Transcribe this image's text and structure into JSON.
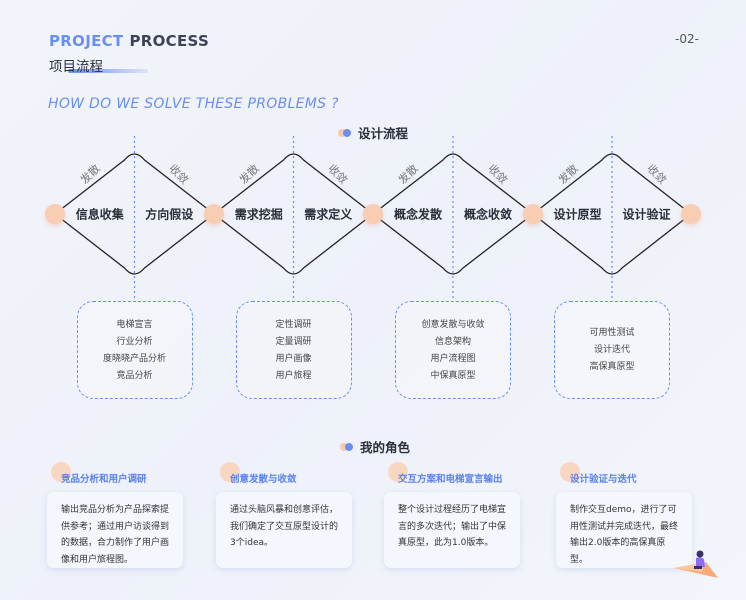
{
  "header": {
    "title_en_part1": "PROJECT",
    "title_en_part2": "PROCESS",
    "title_cn": "项目流程",
    "page_number": "-02-"
  },
  "question": "HOW DO WE SOLVE THESE PROBLEMS ?",
  "process": {
    "section_title": "设计流程",
    "diverge_label": "发散",
    "converge_label": "收敛",
    "stages": [
      {
        "left": "信息收集",
        "right": "方向假设",
        "tasks": [
          "电梯宣言",
          "行业分析",
          "度晓晓产品分析",
          "竞品分析"
        ]
      },
      {
        "left": "需求挖掘",
        "right": "需求定义",
        "tasks": [
          "定性调研",
          "定量调研",
          "用户画像",
          "用户旅程"
        ]
      },
      {
        "left": "概念发散",
        "right": "概念收敛",
        "tasks": [
          "创意发散与收敛",
          "信息架构",
          "用户流程图",
          "中保真原型"
        ]
      },
      {
        "left": "设计原型",
        "right": "设计验证",
        "tasks": [
          "可用性测试",
          "设计迭代",
          "高保真原型"
        ]
      }
    ]
  },
  "roles": {
    "section_title": "我的角色",
    "items": [
      {
        "title": "竞品分析和用户调研",
        "desc": "输出竞品分析为产品探索提供参考；通过用户访谈得到的数据，合力制作了用户画像和用户旅程图。"
      },
      {
        "title": "创意发散与收敛",
        "desc": "通过头脑风暴和创意评估，我们确定了交互原型设计的3个idea。"
      },
      {
        "title": "交互方案和电梯宣言输出",
        "desc": "整个设计过程经历了电梯宣言的多次迭代；输出了中保真原型，此为1.0版本。"
      },
      {
        "title": "设计验证与迭代",
        "desc": "制作交互demo，进行了可用性测试并完成迭代，最终输出2.0版本的高保真原型。"
      }
    ]
  },
  "colors": {
    "accent_blue": "#6a8ff0",
    "accent_peach": "#f9cdb3",
    "dark_text": "#2b2f3b"
  }
}
